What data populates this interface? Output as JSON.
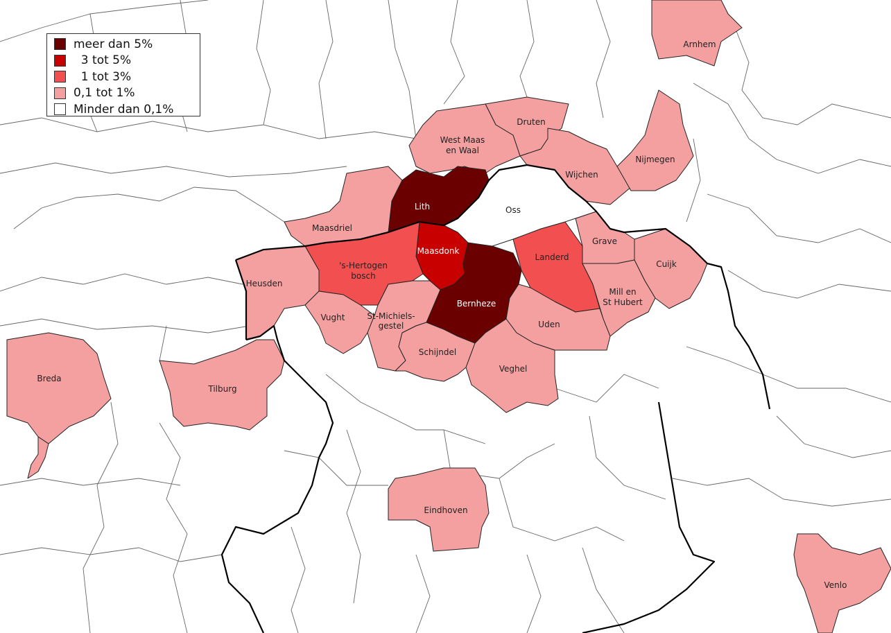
{
  "colors": {
    "class_5plus": "#6b0000",
    "class_3_5": "#c80000",
    "class_1_3": "#f25050",
    "class_01_1": "#f4a0a0",
    "class_lt01": "#ffffff",
    "border": "#222222"
  },
  "legend": {
    "items": [
      {
        "label": "meer dan 5%",
        "color": "#6b0000"
      },
      {
        "label": "  3 tot 5%",
        "color": "#c80000"
      },
      {
        "label": "  1 tot 3%",
        "color": "#f25050"
      },
      {
        "label": "0,1 tot 1%",
        "color": "#f4a0a0"
      },
      {
        "label": "Minder dan 0,1%",
        "color": "#ffffff"
      }
    ]
  },
  "municipalities": {
    "arnhem": "Arnhem",
    "druten": "Druten",
    "west_maas_en_waal_1": "West Maas",
    "west_maas_en_waal_2": "en Waal",
    "nijmegen": "Nijmegen",
    "wijchen": "Wijchen",
    "lith": "Lith",
    "oss": "Oss",
    "maasdriel": "Maasdriel",
    "maasdonk": "Maasdonk",
    "landerd": "Landerd",
    "grave": "Grave",
    "cuijk": "Cuijk",
    "hertogenbosch_1": "'s-Hertogen",
    "hertogenbosch_2": "bosch",
    "heusden": "Heusden",
    "mill_1": "Mill en",
    "mill_2": "St Hubert",
    "bernheze": "Bernheze",
    "vught": "Vught",
    "st_michielsgestel_1": "St-Michiels-",
    "st_michielsgestel_2": "gestel",
    "uden": "Uden",
    "schijndel": "Schijndel",
    "veghel": "Veghel",
    "breda": "Breda",
    "tilburg": "Tilburg",
    "eindhoven": "Eindhoven",
    "venlo": "Venlo"
  }
}
